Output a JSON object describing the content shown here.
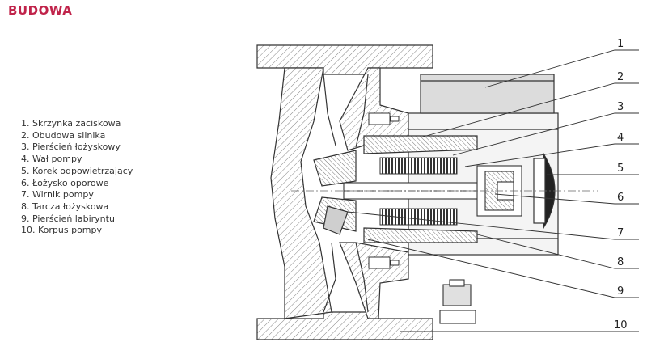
{
  "title": "BUDOWA",
  "legend": [
    "1. Skrzynka zaciskowa",
    "2. Obudowa silnika",
    "3. Pierścień łożyskowy",
    "4. Wał pompy",
    "5. Korek odpowietrzający",
    "6. Łożysko oporowe",
    "7. Wirnik pompy",
    "8. Tarcza łożyskowa",
    "9. Pierścień labiryntu",
    "10. Korpus pompy"
  ],
  "callouts": [
    "1",
    "2",
    "3",
    "4",
    "5",
    "6",
    "7",
    "8",
    "9",
    "10"
  ],
  "colors": {
    "title": "#c0234a",
    "line": "#333333",
    "hatch": "#555555",
    "fill": "#e8e8e8"
  }
}
